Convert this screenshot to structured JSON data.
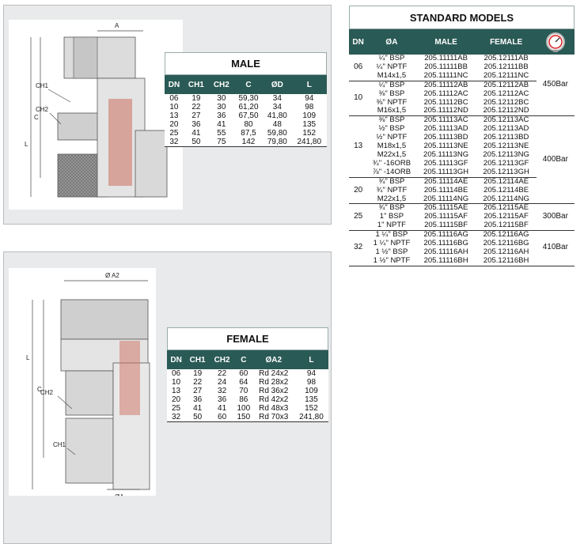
{
  "male": {
    "title": "MALE",
    "headers": [
      "DN",
      "CH1",
      "CH2",
      "C",
      "ØD",
      "L"
    ],
    "rows": [
      [
        "06",
        "19",
        "30",
        "59,30",
        "34",
        "94"
      ],
      [
        "10",
        "22",
        "30",
        "61,20",
        "34",
        "98"
      ],
      [
        "13",
        "27",
        "36",
        "67,50",
        "41,80",
        "109"
      ],
      [
        "20",
        "36",
        "41",
        "80",
        "48",
        "135"
      ],
      [
        "25",
        "41",
        "55",
        "87,5",
        "59,80",
        "152"
      ],
      [
        "32",
        "50",
        "75",
        "142",
        "79,80",
        "241,80"
      ]
    ],
    "drawing_labels": {
      "a": "A",
      "l": "L",
      "c": "C",
      "ch1": "CH1",
      "ch2": "CH2"
    }
  },
  "female": {
    "title": "FEMALE",
    "headers": [
      "DN",
      "CH1",
      "CH2",
      "C",
      "ØA2",
      "L"
    ],
    "rows": [
      [
        "06",
        "19",
        "22",
        "60",
        "Rd 24x2",
        "94"
      ],
      [
        "10",
        "22",
        "24",
        "64",
        "Rd 28x2",
        "98"
      ],
      [
        "13",
        "27",
        "32",
        "70",
        "Rd 36x2",
        "109"
      ],
      [
        "20",
        "36",
        "36",
        "86",
        "Rd 42x2",
        "135"
      ],
      [
        "25",
        "41",
        "41",
        "100",
        "Rd 48x3",
        "152"
      ],
      [
        "32",
        "50",
        "60",
        "150",
        "Rd 70x3",
        "241,80"
      ]
    ],
    "drawing_labels": {
      "a2": "Ø A2",
      "a": "ØA",
      "l": "L",
      "c": "C",
      "ch1": "CH1",
      "ch2": "CH2"
    }
  },
  "standard": {
    "title": "STANDARD MODELS",
    "headers": [
      "DN",
      "ØA",
      "MALE",
      "FEMALE",
      ""
    ],
    "gauge_icon": "pressure-gauge-icon",
    "groups": [
      {
        "dn": "06",
        "pressure": "450Bar",
        "rows": [
          [
            "¼\" BSP",
            "205.11111AB",
            "205.12111AB"
          ],
          [
            "¼\" NPTF",
            "205.11111BB",
            "205.12111BB"
          ],
          [
            "M14x1,5",
            "205.11111NC",
            "205.12111NC"
          ]
        ]
      },
      {
        "dn": "10",
        "pressure": "",
        "rows": [
          [
            "¼\" BSP",
            "205.11112AB",
            "205.12112AB"
          ],
          [
            "⅜\" BSP",
            "205.11112AC",
            "205.12112AC"
          ],
          [
            "⅜\" NPTF",
            "205.11112BC",
            "205.12112BC"
          ],
          [
            "M16x1,5",
            "205.11112ND",
            "205.12112ND"
          ]
        ]
      },
      {
        "dn": "13",
        "pressure": "400Bar",
        "rows": [
          [
            "⅜\" BSP",
            "205.11113AC",
            "205.12113AC"
          ],
          [
            "½\" BSP",
            "205.11113AD",
            "205.12113AD"
          ],
          [
            "½\" NPTF",
            "205.11113BD",
            "205.12113BD"
          ],
          [
            "M18x1,5",
            "205.11113NE",
            "205.12113NE"
          ],
          [
            "M22x1,5",
            "205.11113NG",
            "205.12113NG"
          ],
          [
            "¾\" -16ORB",
            "205.11113GF",
            "205.12113GF"
          ],
          [
            "⅞\" -14ORB",
            "205.11113GH",
            "205.12113GH"
          ]
        ]
      },
      {
        "dn": "20",
        "pressure": "",
        "rows": [
          [
            "¾\" BSP",
            "205.11114AE",
            "205.12114AE"
          ],
          [
            "¾\" NPTF",
            "205.11114BE",
            "205.12114BE"
          ],
          [
            "M22x1,5",
            "205.11114NG",
            "205.12114NG"
          ]
        ]
      },
      {
        "dn": "25",
        "pressure": "300Bar",
        "rows": [
          [
            "¾\" BSP",
            "205.11115AE",
            "205.12115AE"
          ],
          [
            "1\" BSP",
            "205.11115AF",
            "205.12115AF"
          ],
          [
            "1\" NPTF",
            "205.11115BF",
            "205.12115BF"
          ]
        ]
      },
      {
        "dn": "32",
        "pressure": "410Bar",
        "rows": [
          [
            "1 ¼\" BSP",
            "205.11116AG",
            "205.12116AG"
          ],
          [
            "1 ¼\" NPTF",
            "205.11116BG",
            "205.12116BG"
          ],
          [
            "1 ½\" BSP",
            "205.11116AH",
            "205.12116AH"
          ],
          [
            "1 ½\" NPTF",
            "205.11116BH",
            "205.12116BH"
          ]
        ]
      }
    ]
  }
}
